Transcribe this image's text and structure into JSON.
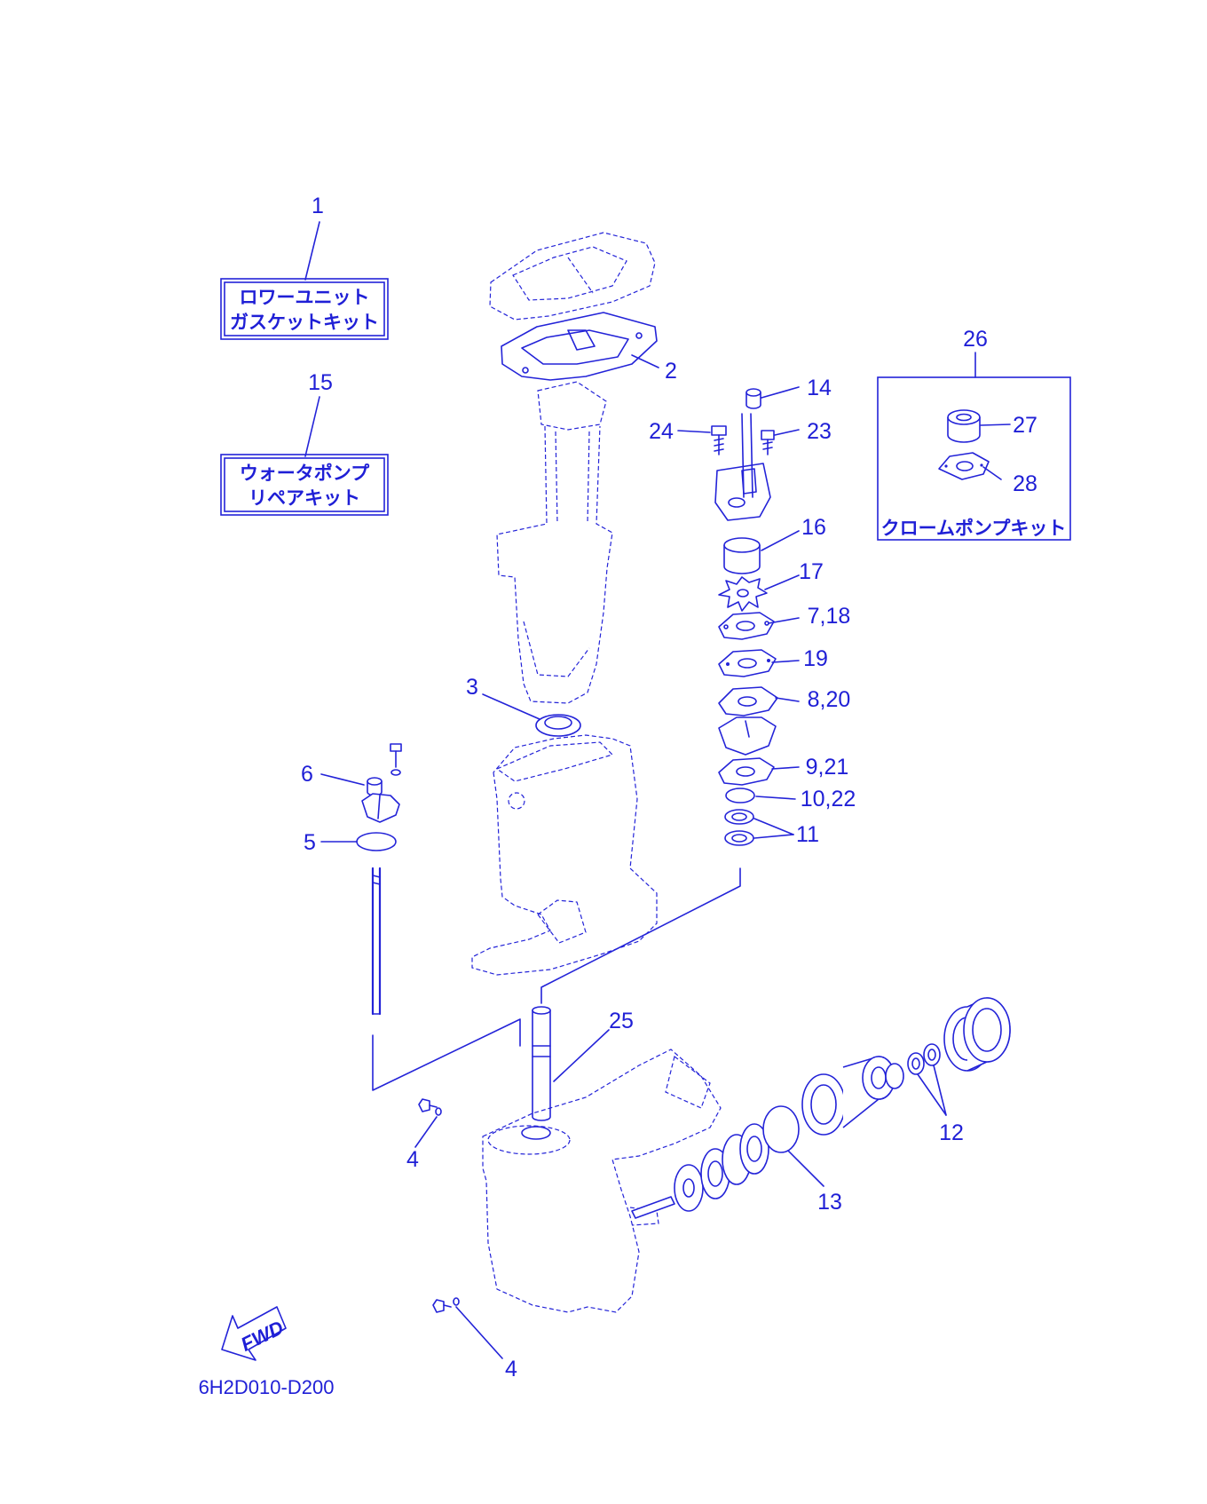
{
  "diagram": {
    "code": "6H2D010-D200",
    "fwd_label": "FWD",
    "kits": {
      "gasket_kit": {
        "number": "1",
        "line1": "ロワーユニット",
        "line2": "ガスケットキット"
      },
      "water_pump_kit": {
        "number": "15",
        "line1": "ウォータポンプ",
        "line2": "リペアキット"
      },
      "chrome_pump_kit": {
        "number": "26",
        "label": "クロームポンプキット"
      }
    },
    "callouts": {
      "c2": "2",
      "c3": "3",
      "c4a": "4",
      "c4b": "4",
      "c5": "5",
      "c6": "6",
      "c7_18": "7,18",
      "c8_20": "8,20",
      "c9_21": "9,21",
      "c10_22": "10,22",
      "c11": "11",
      "c12": "12",
      "c13": "13",
      "c14": "14",
      "c16": "16",
      "c17": "17",
      "c19": "19",
      "c23": "23",
      "c24": "24",
      "c25": "25",
      "c27": "27",
      "c28": "28"
    },
    "colors": {
      "line": "#2323d8",
      "text": "#1f1fd6",
      "background": "#ffffff"
    }
  }
}
